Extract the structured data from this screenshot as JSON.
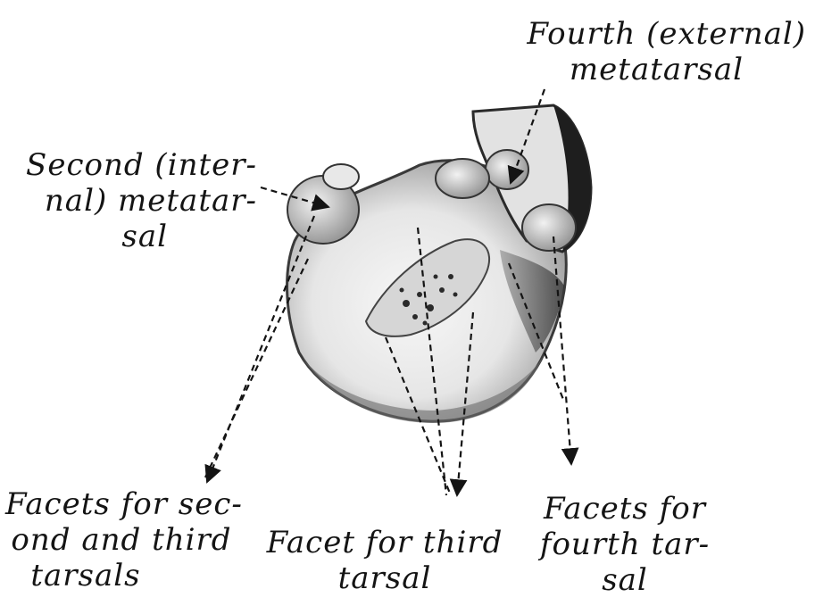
{
  "labels": {
    "fourth_metatarsal": [
      "Fourth (external)",
      "metatarsal"
    ],
    "second_metatarsal": [
      "Second (inter-",
      "nal) metatar-",
      "sal"
    ],
    "facets_second_third": [
      "Facets for sec-",
      "ond and third",
      "tarsals"
    ],
    "facet_third": [
      "Facet for third",
      "tarsal"
    ],
    "facets_fourth": [
      "Facets for",
      "fourth tar-",
      "sal"
    ]
  },
  "colors": {
    "ink": "#141414",
    "bone_light": "#efefef",
    "bone_mid": "#c8c8c8",
    "bone_dark": "#5a5a5a",
    "background": "#ffffff"
  }
}
